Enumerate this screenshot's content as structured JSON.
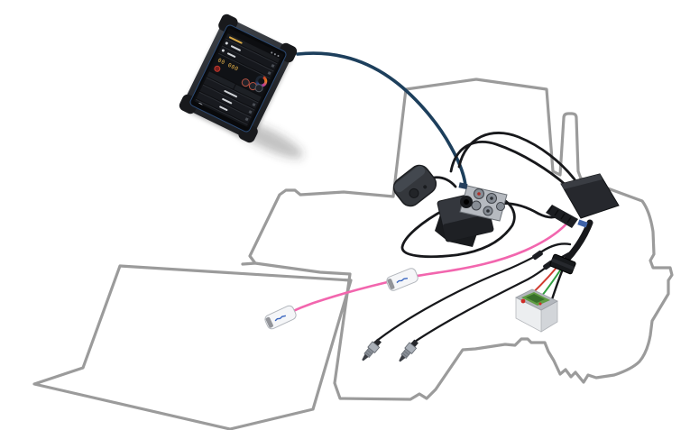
{
  "tablet": {
    "screen_reading": "00 000"
  },
  "colors": {
    "background": "#ffffff",
    "outline": "#9b9b9b",
    "cable_pink": "#f266ae",
    "cable_navy": "#1d3f5c",
    "cable_black": "#17181b",
    "wire_red": "#d13a2e",
    "wire_green": "#2f9e3f",
    "battery_green": "#5f9c42",
    "module_text_blue": "#3a66c0"
  },
  "components": [
    {
      "id": "display-tablet",
      "label": "rugged display tablet"
    },
    {
      "id": "display-cable",
      "label": "display cable"
    },
    {
      "id": "receiver-pod",
      "label": "receiver pod"
    },
    {
      "id": "ecu-module",
      "label": "connector module"
    },
    {
      "id": "harness-connector",
      "label": "harness connector"
    },
    {
      "id": "wiring-ribbon",
      "label": "wiring ribbon"
    },
    {
      "id": "battery",
      "label": "battery"
    },
    {
      "id": "battery-plug",
      "label": "battery plug"
    },
    {
      "id": "sensor-1",
      "label": "threaded sensor"
    },
    {
      "id": "sensor-2",
      "label": "threaded sensor"
    },
    {
      "id": "inline-module-1",
      "label": "inline module"
    },
    {
      "id": "inline-module-2",
      "label": "inline module"
    },
    {
      "id": "signal-cable",
      "label": "signal cable"
    },
    {
      "id": "tractor-outline",
      "label": "tractor outline"
    },
    {
      "id": "panel-outline",
      "label": "panel outline"
    }
  ]
}
